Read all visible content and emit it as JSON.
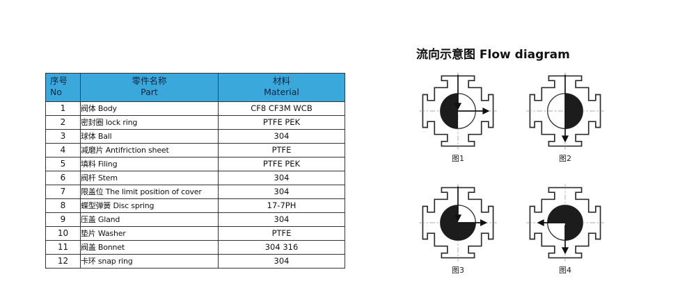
{
  "colors": {
    "header_bg": "#3BA8DB",
    "header_ink": "#10223f",
    "border": "#333333",
    "diagram_ink": "#1c1c1c"
  },
  "table": {
    "headers": {
      "no_zh": "序号",
      "no_en": "No",
      "part_zh": "零件名称",
      "part_en": "Part",
      "material_zh": "材料",
      "material_en": "Material"
    },
    "rows": [
      {
        "no": "1",
        "part": "阀体 Body",
        "material": "CF8 CF3M WCB"
      },
      {
        "no": "2",
        "part": "密封圈 lock ring",
        "material": "PTFE PEK"
      },
      {
        "no": "3",
        "part": "球体 Ball",
        "material": "304"
      },
      {
        "no": "4",
        "part": "减磨片 Antifriction sheet",
        "material": "PTFE"
      },
      {
        "no": "5",
        "part": "填料 Filing",
        "material": "PTFE PEK"
      },
      {
        "no": "6",
        "part": "阀杆 Stem",
        "material": "304"
      },
      {
        "no": "7",
        "part": "限盖位 The limit position of cover",
        "material": "304"
      },
      {
        "no": "8",
        "part": "蝶型弹簧 Disc spring",
        "material": "17-7PH"
      },
      {
        "no": "9",
        "part": "压盖 Gland",
        "material": "304"
      },
      {
        "no": "10",
        "part": "垫片 Washer",
        "material": "PTFE"
      },
      {
        "no": "11",
        "part": "阀盖 Bonnet",
        "material": "304 316"
      },
      {
        "no": "12",
        "part": "卡环 snap ring",
        "material": "304"
      }
    ]
  },
  "flow": {
    "title": "流向示意图 Flow diagram",
    "figures": [
      {
        "label": "图1"
      },
      {
        "label": "图2"
      },
      {
        "label": "图3"
      },
      {
        "label": "图4"
      }
    ]
  }
}
